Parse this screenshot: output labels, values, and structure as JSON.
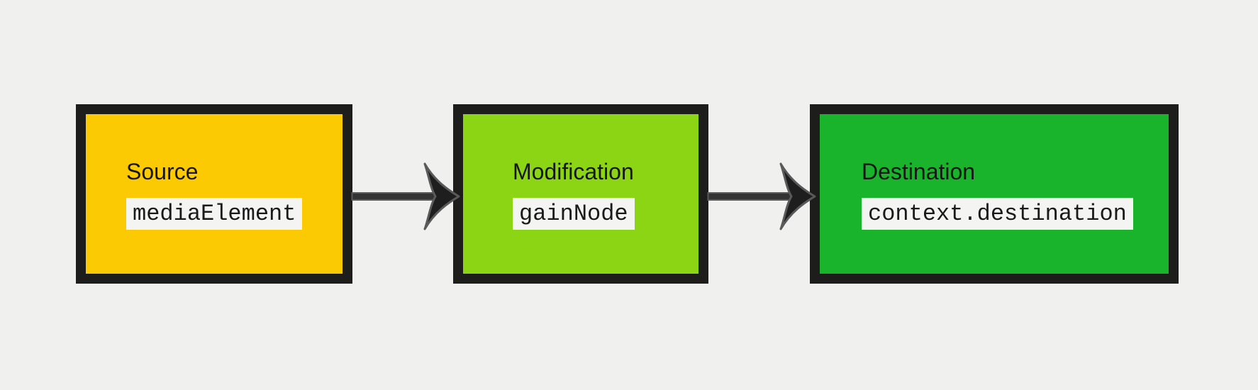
{
  "diagram": {
    "nodes": [
      {
        "label": "Source",
        "code": "mediaElement",
        "fill": "#fcca02"
      },
      {
        "label": "Modification",
        "code": "gainNode",
        "fill": "#8cd514"
      },
      {
        "label": "Destination",
        "code": "context.destination",
        "fill": "#19b42c"
      }
    ],
    "arrows": [
      {
        "from": "Source",
        "to": "Modification"
      },
      {
        "from": "Modification",
        "to": "Destination"
      }
    ],
    "colors": {
      "background": "#f0f0ee",
      "node_border": "#1d1d1b",
      "chip_background": "#f4f4f2",
      "arrow_shaft": "#333333",
      "arrow_head": "#1e1e1e",
      "arrow_outline": "#5a5a5a",
      "label_text": "#161616",
      "code_text": "#1a1a1a"
    }
  }
}
